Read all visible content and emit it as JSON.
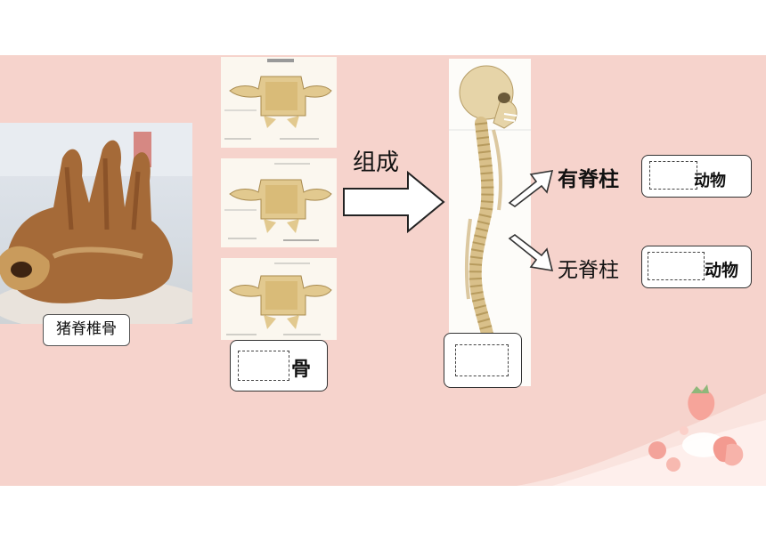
{
  "photo": {
    "caption": "猪脊椎骨"
  },
  "vertebra_box": {
    "suffix": "骨"
  },
  "arrow": {
    "label": "组成"
  },
  "branches": [
    {
      "prefix": "有脊柱",
      "suffix": "动物"
    },
    {
      "prefix": "无脊柱",
      "suffix": "动物"
    }
  ],
  "colors": {
    "slide_bg": "#f6d3cc",
    "bone": "#e2c98f",
    "meat": "#a56a38"
  }
}
